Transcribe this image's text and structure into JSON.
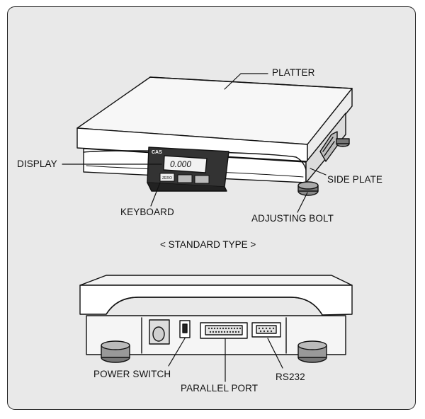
{
  "labels": {
    "platter": "PLATTER",
    "display": "DISPLAY",
    "side_plate": "SIDE PLATE",
    "keyboard": "KEYBOARD",
    "adjusting_bolt": "ADJUSTING BOLT",
    "power_switch": "POWER SWITCH",
    "rs232": "RS232",
    "parallel_port": "PARALLEL PORT"
  },
  "caption": "< STANDARD TYPE >",
  "display_panel": {
    "brand": "CAS",
    "readout": "0.000",
    "zero_key": "ZERO"
  }
}
